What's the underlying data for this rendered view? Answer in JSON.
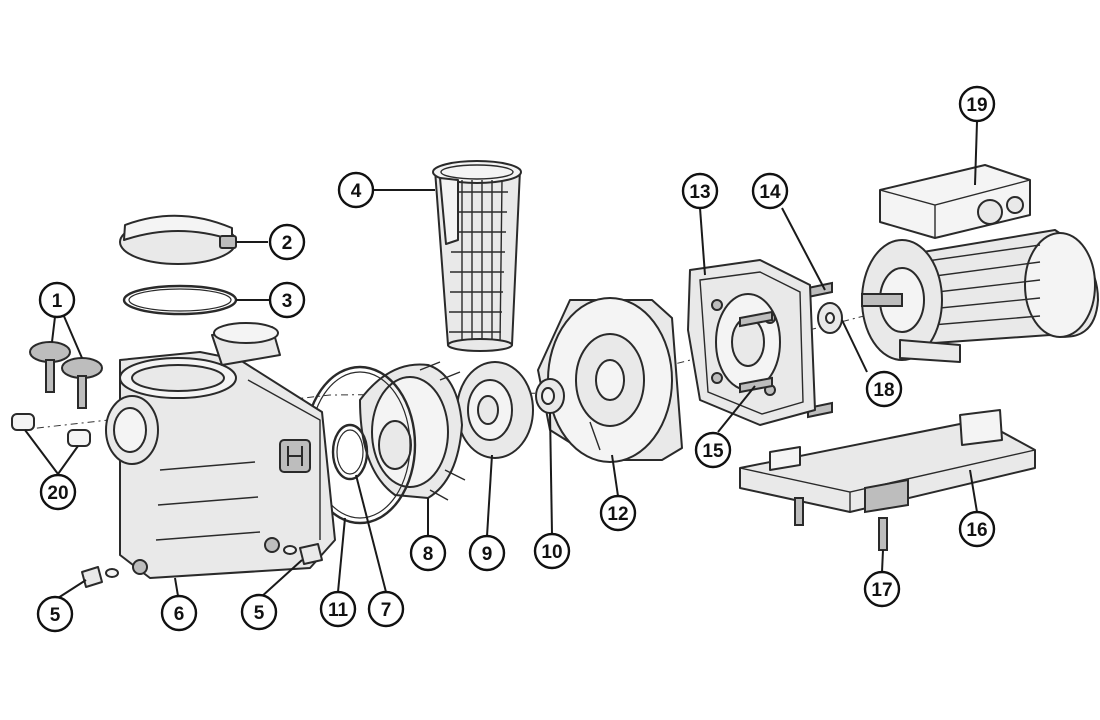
{
  "callouts": [
    {
      "id": "c1",
      "label": "1"
    },
    {
      "id": "c2",
      "label": "2"
    },
    {
      "id": "c3",
      "label": "3"
    },
    {
      "id": "c4",
      "label": "4"
    },
    {
      "id": "c5a",
      "label": "5"
    },
    {
      "id": "c5b",
      "label": "5"
    },
    {
      "id": "c6",
      "label": "6"
    },
    {
      "id": "c7",
      "label": "7"
    },
    {
      "id": "c8",
      "label": "8"
    },
    {
      "id": "c9",
      "label": "9"
    },
    {
      "id": "c10",
      "label": "10"
    },
    {
      "id": "c11",
      "label": "11"
    },
    {
      "id": "c12",
      "label": "12"
    },
    {
      "id": "c13",
      "label": "13"
    },
    {
      "id": "c14",
      "label": "14"
    },
    {
      "id": "c15",
      "label": "15"
    },
    {
      "id": "c16",
      "label": "16"
    },
    {
      "id": "c17",
      "label": "17"
    },
    {
      "id": "c18",
      "label": "18"
    },
    {
      "id": "c19",
      "label": "19"
    },
    {
      "id": "c20",
      "label": "20"
    }
  ]
}
